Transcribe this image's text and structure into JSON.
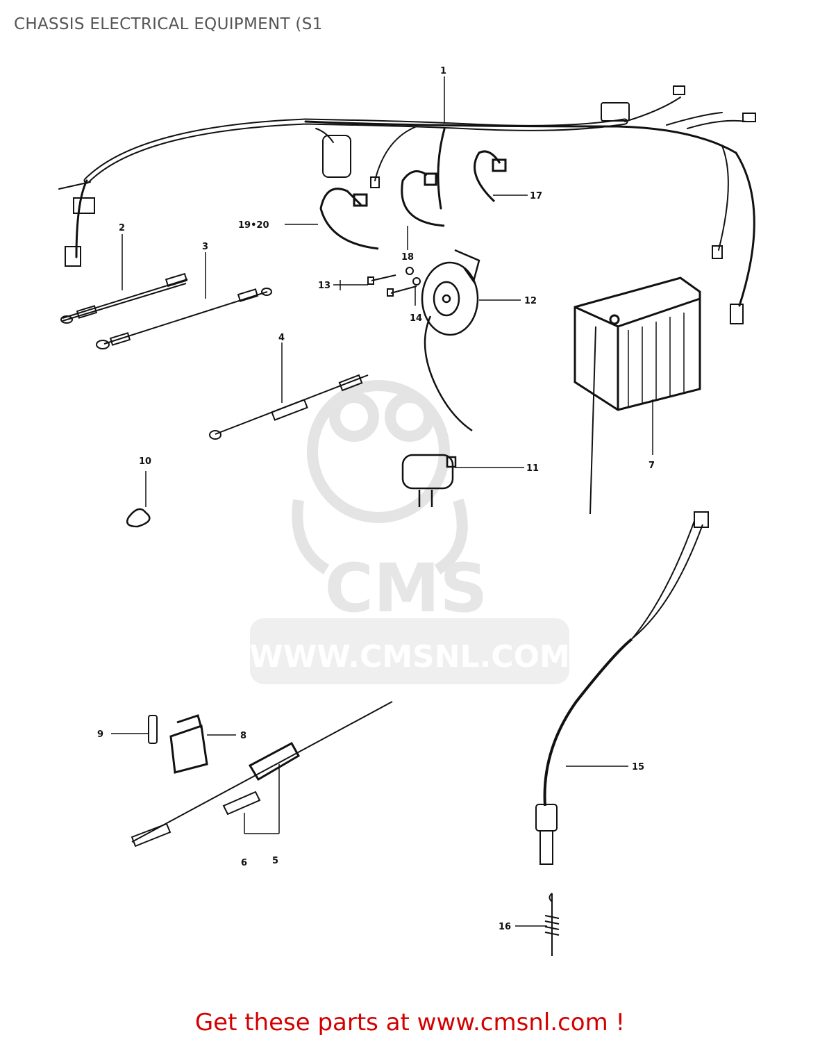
{
  "title": "CHASSIS ELECTRICAL EQUIPMENT (S1",
  "watermark": {
    "logo": "CMS",
    "url": "WWW.CMSNL.COM"
  },
  "callouts": {
    "c1": "1",
    "c2": "2",
    "c3": "3",
    "c4": "4",
    "c5": "5",
    "c6": "6",
    "c7": "7",
    "c8": "8",
    "c9": "9",
    "c10": "10",
    "c11": "11",
    "c12": "12",
    "c13": "13",
    "c14": "14",
    "c15": "15",
    "c16": "16",
    "c17": "17",
    "c18": "18",
    "c19_20": "19•20"
  },
  "footer": {
    "link_text": "Get these parts at www.cmsnl.com !"
  },
  "colors": {
    "title": "#555555",
    "footer": "#d40000",
    "line": "#111111",
    "watermark": "#e6e6e6"
  }
}
